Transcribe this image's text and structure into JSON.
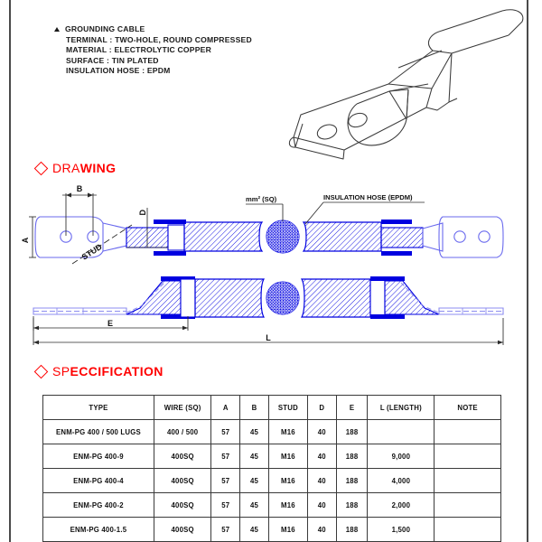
{
  "document": {
    "header": {
      "bullet_icon": "triangle-bullet",
      "title": "GROUNDING CABLE",
      "lines": [
        "TERMINAL : TWO-HOLE, ROUND COMPRESSED",
        "MATERIAL : ELECTROLYTIC COPPER",
        "SURFACE : TIN PLATED",
        "INSULATION HOSE : EPDM"
      ]
    },
    "sections": {
      "drawing": {
        "marker_icon": "diamond-bullet",
        "label_part1": "DRA",
        "label_part2": "WING"
      },
      "specification": {
        "marker_icon": "diamond-bullet",
        "label_part1": "SP",
        "label_part2": "ECCIFICATION"
      }
    },
    "drawing_labels": {
      "dim_a": "A",
      "dim_b": "B",
      "dim_d": "D",
      "dim_e": "E",
      "dim_l": "L",
      "stud": "STUD",
      "wire_area": "mm² (SQ)",
      "insulation_hose": "INSULATION HOSE (EPDM)"
    },
    "table": {
      "headers": [
        "TYPE",
        "WIRE (SQ)",
        "A",
        "B",
        "STUD",
        "D",
        "E",
        "L (LENGTH)",
        "NOTE"
      ],
      "rows": [
        [
          "ENM-PG 400 / 500 LUGS",
          "400 / 500",
          "57",
          "45",
          "M16",
          "40",
          "188",
          "",
          ""
        ],
        [
          "ENM-PG 400-9",
          "400SQ",
          "57",
          "45",
          "M16",
          "40",
          "188",
          "9,000",
          ""
        ],
        [
          "ENM-PG 400-4",
          "400SQ",
          "57",
          "45",
          "M16",
          "40",
          "188",
          "4,000",
          ""
        ],
        [
          "ENM-PG 400-2",
          "400SQ",
          "57",
          "45",
          "M16",
          "40",
          "188",
          "2,000",
          ""
        ],
        [
          "ENM-PG 400-1.5",
          "400SQ",
          "57",
          "45",
          "M16",
          "40",
          "188",
          "1,500",
          ""
        ],
        [
          "",
          "",
          "",
          "",
          "",
          "",
          "",
          "",
          ""
        ]
      ]
    },
    "colors": {
      "drawing_blue": "#0000e0",
      "drawing_blue_light": "#8c8cf0",
      "heading_red": "#ff0000",
      "text_black": "#111111",
      "frame_gray": "#4a4a4a"
    }
  }
}
